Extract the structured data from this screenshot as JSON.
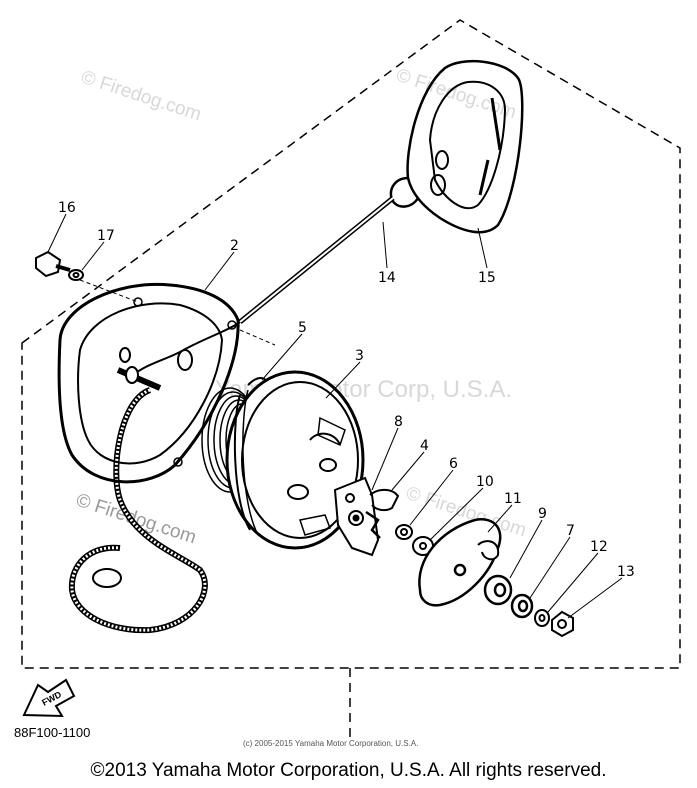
{
  "diagram": {
    "callouts": [
      "16",
      "17",
      "2",
      "5",
      "3",
      "8",
      "4",
      "6",
      "10",
      "11",
      "9",
      "7",
      "12",
      "13",
      "14",
      "15"
    ],
    "watermarks": {
      "firedog": "© Firedog.com",
      "yamaha": "Yamaha Motor Corp, U.S.A."
    },
    "fwd_label": "FWD",
    "part_code": "88F100-1100",
    "small_copyright": "(c) 2005-2015 Yamaha Motor Corporation, U.S.A.",
    "copyright": "©2013 Yamaha Motor Corporation, U.S.A. All rights reserved."
  }
}
